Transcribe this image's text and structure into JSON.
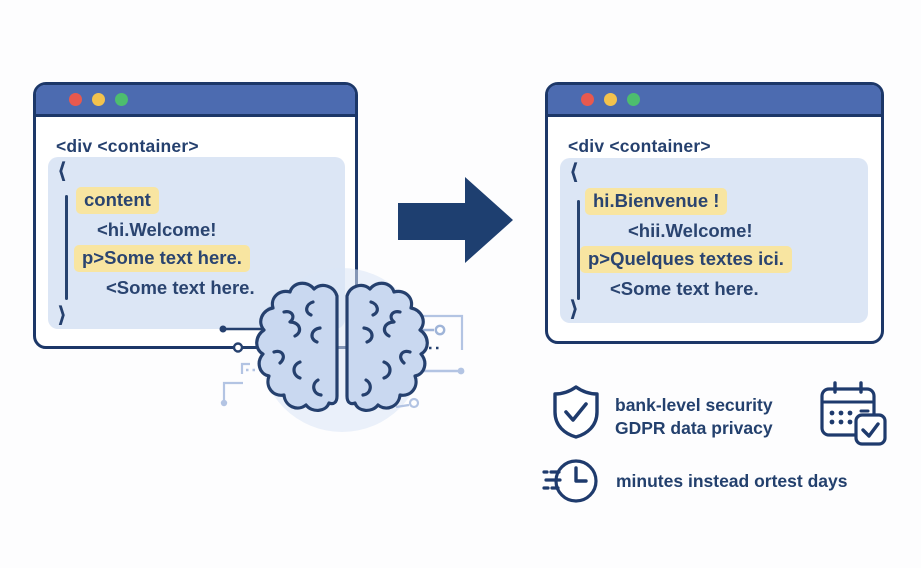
{
  "left_window": {
    "heading": "<div <container>",
    "open_bracket": "⟨",
    "close_bracket": "⟩",
    "lines": [
      {
        "text": "content",
        "highlight": true
      },
      {
        "text": "<hi.Welcome!",
        "highlight": false
      },
      {
        "text": "p>Some text here.",
        "highlight": true
      },
      {
        "text": "<Some text here.",
        "highlight": false
      }
    ]
  },
  "right_window": {
    "heading": "<div <container>",
    "open_bracket": "⟨",
    "close_bracket": "⟩",
    "lines": [
      {
        "text": "hi.Bienvenue !",
        "highlight": true
      },
      {
        "text": "<hii.Welcome!",
        "highlight": false
      },
      {
        "text": "p>Quelques textes ici.",
        "highlight": true
      },
      {
        "text": "<Some text here.",
        "highlight": false
      }
    ]
  },
  "features": {
    "security": {
      "icon": "shield-check-icon",
      "line1": "bank-level security",
      "line2": "GDPR data privacy"
    },
    "calendar": {
      "icon": "calendar-check-icon"
    },
    "speed": {
      "icon": "clock-speed-icon",
      "text": "minutes instead ortest days"
    }
  },
  "colors": {
    "titlebar_blue": "#4c6bb0",
    "window_border_navy": "#1c3768",
    "codeblock_bg": "#dce6f5",
    "highlight_yellow": "#f8e5a1",
    "text_navy": "#27436f",
    "arrow_navy": "#1e3f70",
    "dot_red": "#e8594e",
    "dot_yellow": "#f3c24d",
    "dot_green": "#4dbd6e",
    "circuit_light_blue": "#b3c4e3",
    "brain_fill": "#c9d8f0",
    "brain_halo": "#dbe5f5"
  }
}
